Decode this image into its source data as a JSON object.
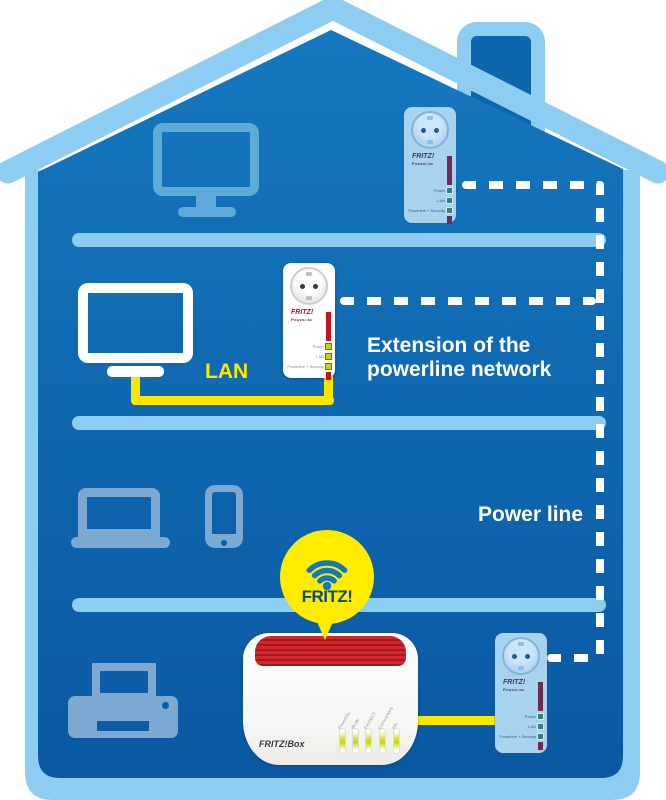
{
  "labels": {
    "lan": "LAN",
    "extension_line1": "Extension of the",
    "extension_line2": "powerline network",
    "power_line": "Power line"
  },
  "balloon": {
    "brand": "FRITZ!"
  },
  "router": {
    "brand": "FRITZ!Box",
    "led_labels": [
      "Power/DSL",
      "WLAN",
      "Fon/DECT",
      "Connect/WPS",
      "Info"
    ]
  },
  "adapter": {
    "brand_line1": "FRITZ!",
    "brand_line2": "Powerline",
    "led_labels": [
      "Power",
      "LAN",
      "Powerline + Security"
    ]
  },
  "colors": {
    "house_outline": "#8ECDF2",
    "wall_gradient_top": "#1578BE",
    "wall_gradient_bottom": "#0A58A2",
    "floor_bar": "#8ECDF2",
    "device_icon_blue": "#7CA9D1",
    "attic_icon_blue": "#60AADA",
    "cable_yellow": "#FFE600",
    "balloon_yellow": "#FFEC00",
    "wifi_arc_blue": "#1478BC",
    "balloon_text_blue": "#0A4B80",
    "adapter_stripe_red": "#CE1118",
    "adapter_stripe_maroon": "#6E2B55",
    "router_grille_red": "#D2262C",
    "led_yellow_green": "#C5D400",
    "dashed_line": "#FFFFFF"
  }
}
